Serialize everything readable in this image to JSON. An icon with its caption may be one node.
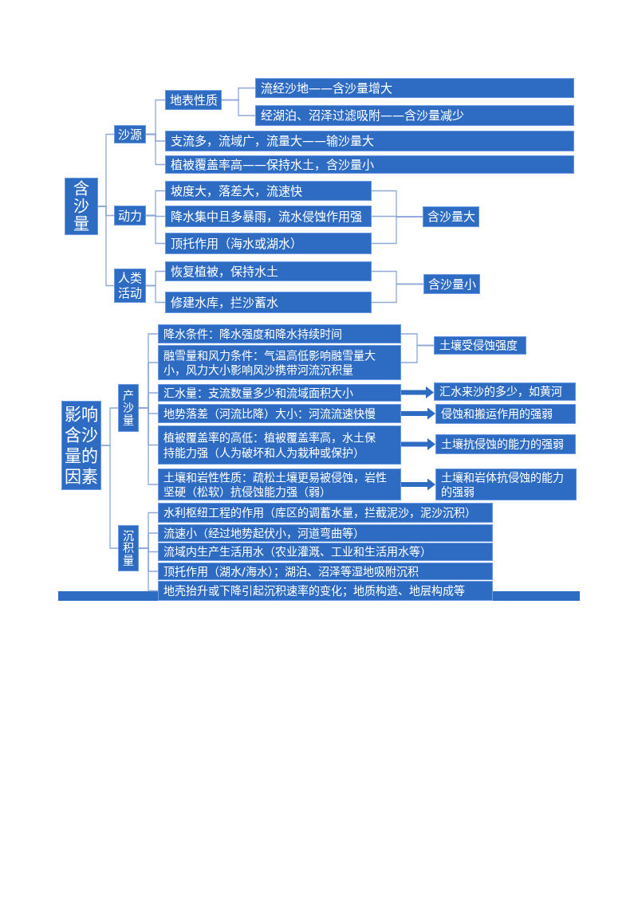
{
  "diagram": {
    "nodes": [
      {
        "text": [
          "含沙量"
        ]
      },
      {
        "text": [
          "沙源"
        ]
      },
      {
        "text": [
          "地表性质"
        ]
      },
      {
        "text": [
          "流经沙地——含沙量增大"
        ]
      },
      {
        "text": [
          "经湖泊、沼泽过滤吸附——含沙量减少"
        ]
      },
      {
        "text": [
          "支流多，流域广，流量大——输沙量大"
        ]
      },
      {
        "text": [
          "植被覆盖率高——保持水土，含沙量小"
        ]
      },
      {
        "text": [
          "动力"
        ]
      },
      {
        "text": [
          "坡度大，落差大，流速快"
        ]
      },
      {
        "text": [
          "降水集中且多暴雨，流水侵蚀作用强"
        ]
      },
      {
        "text": [
          "顶托作用（海水或湖水）"
        ]
      },
      {
        "text": [
          "含沙量大"
        ]
      },
      {
        "text": [
          "人类活动"
        ]
      },
      {
        "text": [
          "恢复植被，保持水土"
        ]
      },
      {
        "text": [
          "修建水库，拦沙蓄水"
        ]
      },
      {
        "text": [
          "含沙量小"
        ]
      },
      {
        "text": [
          "影响含沙量的因素"
        ]
      },
      {
        "text": [
          "产沙量"
        ]
      },
      {
        "text": [
          "降水条件：降水强度和降水持续时间"
        ]
      },
      {
        "text": [
          "融雪量和风力条件：气温高低影响融雪量大小，风力大小影响风沙携带河流沉积量"
        ]
      },
      {
        "text": [
          "土壤受侵蚀强度"
        ]
      },
      {
        "text": [
          "汇水量：支流数量多少和流域面积大小"
        ]
      },
      {
        "text": [
          "汇水来沙的多少，如黄河"
        ]
      },
      {
        "text": [
          "地势落差（河流比降）大小：河流流速快慢"
        ]
      },
      {
        "text": [
          "侵蚀和搬运作用的强弱"
        ]
      },
      {
        "text": [
          "植被覆盖率的高低：植被覆盖率高，水土保持能力强（人为破坏和人为栽种或保护）"
        ]
      },
      {
        "text": [
          "土壤抗侵蚀的能力的强弱"
        ]
      },
      {
        "text": [
          "土壤和岩性性质：疏松土壤更易被侵蚀，岩性坚硬（松软）抗侵蚀能力强（弱）"
        ]
      },
      {
        "text": [
          "土壤和岩体抗侵蚀的能力的强弱"
        ]
      },
      {
        "text": [
          "沉积量"
        ]
      },
      {
        "text": [
          "水利枢纽工程的作用（库区的调蓄水量，拦截泥沙，泥沙沉积）"
        ]
      },
      {
        "text": [
          "流速小（经过地势起伏小，河道弯曲等）"
        ]
      },
      {
        "text": [
          "流域内生产生活用水（农业灌溉、工业和生活用水等）"
        ]
      },
      {
        "text": [
          "顶托作用（湖水/海水）；湖泊、沼泽等湿地吸附沉积"
        ]
      },
      {
        "text": [
          "地壳抬升或下降引起沉积速率的变化；地质构造、地层构成等"
        ]
      }
    ],
    "edges": [
      {
        "from": 0,
        "to": 1,
        "arrow": "none"
      },
      {
        "from": 0,
        "to": 7,
        "arrow": "none"
      },
      {
        "from": 0,
        "to": 12,
        "arrow": "none"
      },
      {
        "from": 1,
        "to": 2,
        "arrow": "none"
      },
      {
        "from": 1,
        "to": 5,
        "arrow": "none"
      },
      {
        "from": 1,
        "to": 6,
        "arrow": "none"
      },
      {
        "from": 2,
        "to": 3,
        "arrow": "none"
      },
      {
        "from": 2,
        "to": 4,
        "arrow": "none"
      },
      {
        "from": 7,
        "to": 8,
        "arrow": "none"
      },
      {
        "from": 7,
        "to": 9,
        "arrow": "none"
      },
      {
        "from": 7,
        "to": 10,
        "arrow": "none"
      },
      {
        "from": 8,
        "to": 11,
        "arrow": "none"
      },
      {
        "from": 9,
        "to": 11,
        "arrow": "none"
      },
      {
        "from": 10,
        "to": 11,
        "arrow": "none"
      },
      {
        "from": 12,
        "to": 13,
        "arrow": "none"
      },
      {
        "from": 12,
        "to": 14,
        "arrow": "none"
      },
      {
        "from": 13,
        "to": 15,
        "arrow": "none"
      },
      {
        "from": 14,
        "to": 15,
        "arrow": "none"
      },
      {
        "from": 16,
        "to": 17,
        "arrow": "none"
      },
      {
        "from": 16,
        "to": 29,
        "arrow": "none"
      },
      {
        "from": 17,
        "to": 18,
        "arrow": "none"
      },
      {
        "from": 17,
        "to": 19,
        "arrow": "none"
      },
      {
        "from": 17,
        "to": 21,
        "arrow": "none"
      },
      {
        "from": 17,
        "to": 23,
        "arrow": "none"
      },
      {
        "from": 17,
        "to": 25,
        "arrow": "none"
      },
      {
        "from": 17,
        "to": 27,
        "arrow": "none"
      },
      {
        "from": 18,
        "to": 20,
        "arrow": "none"
      },
      {
        "from": 19,
        "to": 20,
        "arrow": "none"
      },
      {
        "from": 21,
        "to": 22,
        "arrow": "to",
        "style": "thick",
        "color": "#2e6cc4"
      },
      {
        "from": 23,
        "to": 24,
        "arrow": "to",
        "style": "thick",
        "color": "#2e6cc4"
      },
      {
        "from": 25,
        "to": 26,
        "arrow": "to",
        "style": "thick",
        "color": "#2e6cc4"
      },
      {
        "from": 27,
        "to": 28,
        "arrow": "to",
        "style": "thick",
        "color": "#2e6cc4"
      },
      {
        "from": 29,
        "to": 30,
        "arrow": "none"
      },
      {
        "from": 29,
        "to": 31,
        "arrow": "none"
      },
      {
        "from": 29,
        "to": 32,
        "arrow": "none"
      },
      {
        "from": 29,
        "to": 33,
        "arrow": "none"
      },
      {
        "from": 29,
        "to": 34,
        "arrow": "none"
      }
    ]
  }
}
